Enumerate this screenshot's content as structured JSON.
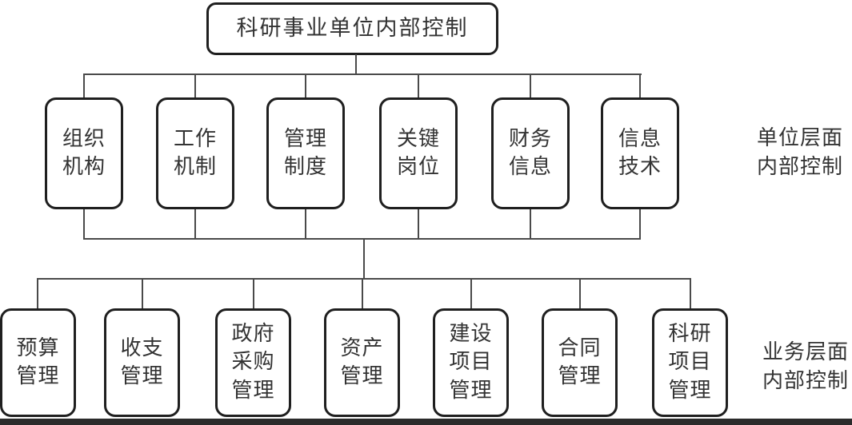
{
  "title": "科研事业单位内部控制",
  "level1": {
    "side_label": "单位层面\n内部控制",
    "items": [
      {
        "label": "组织\n机构"
      },
      {
        "label": "工作\n机制"
      },
      {
        "label": "管理\n制度"
      },
      {
        "label": "关键\n岗位"
      },
      {
        "label": "财务\n信息"
      },
      {
        "label": "信息\n技术"
      }
    ]
  },
  "level2": {
    "side_label": "业务层面\n内部控制",
    "items": [
      {
        "label": "预算\n管理"
      },
      {
        "label": "收支\n管理"
      },
      {
        "label": "政府\n采购\n管理"
      },
      {
        "label": "资产\n管理"
      },
      {
        "label": "建设\n项目\n管理"
      },
      {
        "label": "合同\n管理"
      },
      {
        "label": "科研\n项目\n管理"
      }
    ]
  },
  "colors": {
    "background": "#ffffff",
    "box_border": "#1f1f1f",
    "text": "#333333",
    "connector": "#4a4a4a",
    "bottom_bar": "#2b2b2b"
  }
}
